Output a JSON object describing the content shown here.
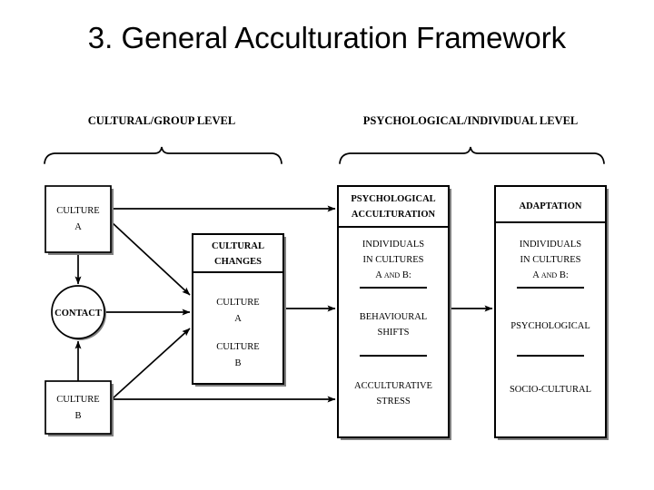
{
  "slide": {
    "title": "3. General Acculturation Framework"
  },
  "section_headers": [
    {
      "label": "CULTURAL/GROUP LEVEL"
    },
    {
      "label": "PSYCHOLOGICAL/INDIVIDUAL LEVEL"
    }
  ],
  "nodes": {
    "culture_a": {
      "line1": "CULTURE",
      "line2": "A"
    },
    "contact": {
      "label": "CONTACT"
    },
    "culture_b": {
      "line1": "CULTURE",
      "line2": "B"
    },
    "cultural_changes": {
      "header_line1": "CULTURAL",
      "header_line2": "CHANGES",
      "body_line1": "CULTURE",
      "body_line2": "A",
      "body_line3": "CULTURE",
      "body_line4": "B"
    },
    "psychological_acculturation": {
      "header_line1": "PSYCHOLOGICAL",
      "header_line2": "ACCULTURATION",
      "item1_line1": "INDIVIDUALS",
      "item1_line2": "IN CULTURES",
      "item1_line3a": "A ",
      "item1_line3b": "AND",
      "item1_line3c": " B:",
      "item2_line1": "BEHAVIOURAL",
      "item2_line2": "SHIFTS",
      "item3_line1": "ACCULTURATIVE",
      "item3_line2": "STRESS"
    },
    "adaptation": {
      "header": "ADAPTATION",
      "item1_line1": "INDIVIDUALS",
      "item1_line2": "IN CULTURES",
      "item1_line3a": "A ",
      "item1_line3b": "AND",
      "item1_line3c": " B:",
      "item2": "PSYCHOLOGICAL",
      "item3": "SOCIO-CULTURAL"
    }
  },
  "colors": {
    "ink": "#000000",
    "background": "#ffffff",
    "shadow": "#808080"
  }
}
